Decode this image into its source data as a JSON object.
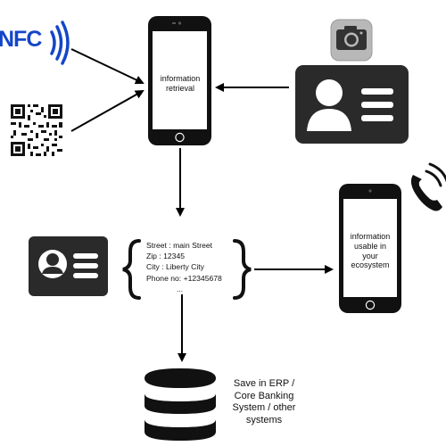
{
  "nodes": {
    "nfc": {
      "label": "NFC",
      "icon": "nfc-icon"
    },
    "qr": {
      "icon": "qr-code-icon"
    },
    "camera": {
      "icon": "camera-icon"
    },
    "id_card_top": {
      "icon": "id-card-icon"
    },
    "phone_retrieval": {
      "label": "information retrieval",
      "icon": "smartphone-icon"
    },
    "address_card": {
      "icon": "contact-card-icon",
      "lines": [
        "Street : main Street",
        "Zip : 12345",
        "City : Liberty City",
        "Phone no: +12345678",
        "..."
      ]
    },
    "phone_ecosystem": {
      "label": "information usable in your ecosystem",
      "icon": "smartphone-icon"
    },
    "call": {
      "icon": "phone-call-icon"
    },
    "database": {
      "label": "Save in ERP / Core Banking System / other systems",
      "icon": "database-icon"
    }
  },
  "colors": {
    "nfc_blue": "#1446c8",
    "dark": "#111111",
    "card": "#2a2a2a",
    "camera_bg": "#b8b8b8"
  }
}
